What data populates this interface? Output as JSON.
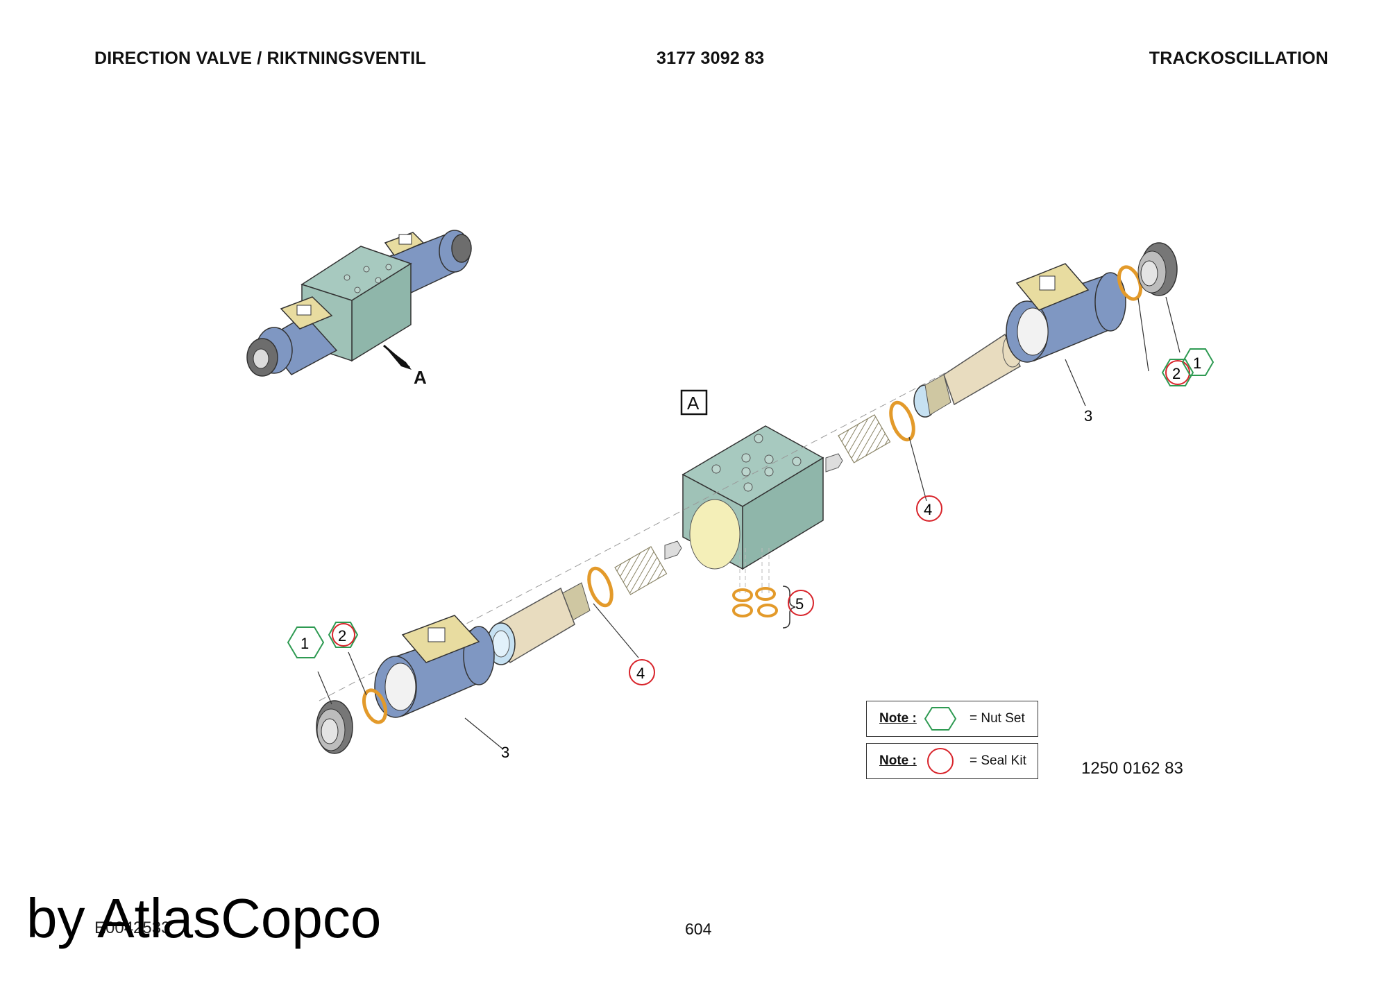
{
  "header": {
    "title": "DIRECTION VALVE / RIKTNINGSVENTIL",
    "part_number": "3177 3092 83",
    "section": "TRACKOSCILLATION"
  },
  "detail_view_label": "A",
  "detail_box_label": "A",
  "item_callouts": {
    "nut_set": "1",
    "seal_kit": "2",
    "coil": "3",
    "oring": "4",
    "seal_set": "5"
  },
  "legend": {
    "note_word": "Note :",
    "nut_set_text": "= Nut Set",
    "seal_kit_text": "= Seal Kit",
    "nut_set_color": "#2e9a52",
    "seal_kit_color": "#d8232a"
  },
  "drawing_number": "1250 0162 83",
  "reference_code": "E0042533",
  "page_number": "604",
  "watermark": "by AtlasCopco"
}
